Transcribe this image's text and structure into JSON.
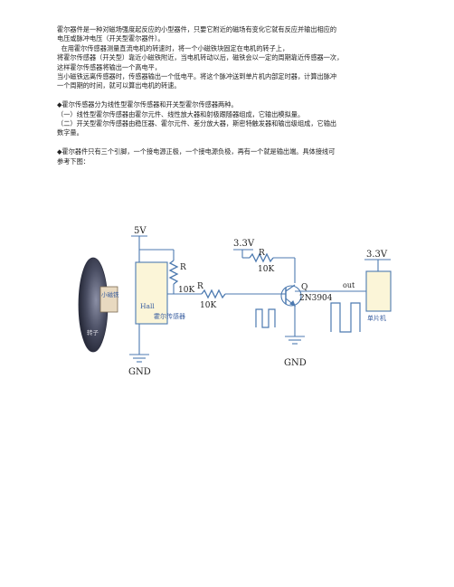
{
  "paragraphs": [
    "霍尔器件是一种对磁场强度起反应的小型器件，只要它附近的磁场有变化它就有反应并输出相应的",
    "电压或脉冲电压（开关型霍尔器件）。",
    "  在用霍尔传感器测量直流电机的转速时，将一个小磁铁块固定在电机的转子上，",
    "将霍尔传感器（开关型）靠近小磁铁附近，当电机转动以后，磁铁会以一定的周期靠近传感器一次，",
    "这样霍尔传感器将输出一个高电平，",
    "当小磁铁远离传感器时，传感器输出一个低电平。将这个脉冲送到单片机内部定时器，计算出脉冲",
    "一个周期的时间，就可以算出电机的转速。",
    "",
    "◆霍尔传感器分为线性型霍尔传感器和开关型霍尔传感器两种。",
    "（一）线性型霍尔传感器由霍尔元件、线性放大器和射极跟随器组成，它输出模拟量。",
    "（二）开关型霍尔传感器由稳压器、霍尔元件、差分放大器，斯密特触发器和输出级组成，它输出",
    "数字量。",
    "",
    "◆霍尔器件只有三个引脚，一个接电源正极，一个接电源负极，再有一个就是输出端。具体接线可",
    "参考下图："
  ],
  "diagram": {
    "vcc_5v": "5V",
    "vcc_33v_left": "3.3V",
    "vcc_33v_right": "3.3V",
    "res_pullup_label": "R",
    "res_pullup_value": "10K",
    "res_base_label": "R",
    "res_base_value": "10K",
    "res_collector_label": "R",
    "res_collector_value": "10K",
    "transistor_label": "Q",
    "transistor_part": "2N3904",
    "out_label": "out",
    "gnd_left": "GND",
    "gnd_right": "GND",
    "magnet_label": "小磁铁",
    "hall_label": "Hall",
    "sensor_label": "霍尔传感器",
    "mcu_label": "单片机",
    "rotor_label": "转子",
    "colors": {
      "wire": "#4d7ab0",
      "label_blue": "#3a5fa0",
      "box_fill": "#fbf5d8",
      "rotor_dark": "#34384a"
    }
  }
}
